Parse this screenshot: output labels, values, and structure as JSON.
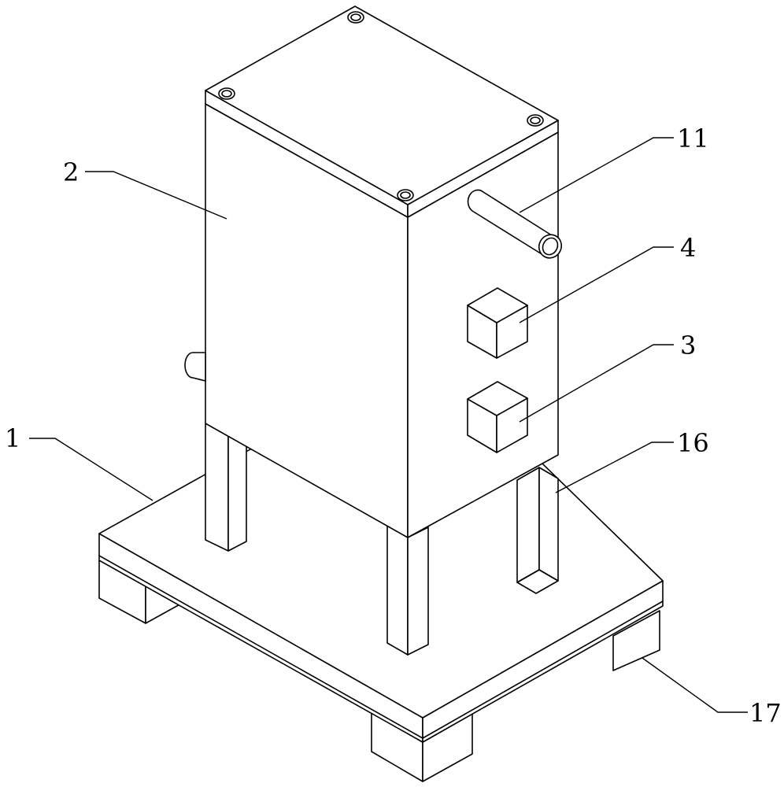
{
  "diagram": {
    "labels": {
      "base": "1",
      "tank": "2",
      "box_lower": "3",
      "box_upper": "4",
      "pipe": "11",
      "support_leg": "16",
      "pad": "17"
    }
  }
}
